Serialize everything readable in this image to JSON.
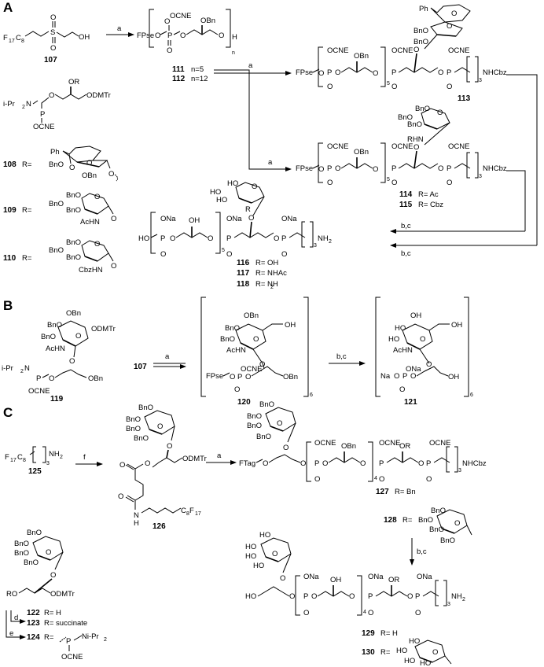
{
  "panels": [
    "A",
    "B",
    "C"
  ],
  "compounds": {
    "c107": "107",
    "c108": "108",
    "c109": "109",
    "c110": "110",
    "c111": "111",
    "c111_n": "n=5",
    "c112": "112",
    "c112_n": "n=12",
    "c113": "113",
    "c114": "114",
    "c114_r": "R= Ac",
    "c115": "115",
    "c115_r": "R= Cbz",
    "c116": "116",
    "c116_r": "R= OH",
    "c117": "117",
    "c117_r": "R= NHAc",
    "c118": "118",
    "c118_r": "R= NH",
    "c119": "119",
    "c120": "120",
    "c121": "121",
    "c122": "122",
    "c122_r": "R= H",
    "c123": "123",
    "c123_r": "R= succinate",
    "c124": "124",
    "c125": "125",
    "c126": "126",
    "c127": "127",
    "c127_r": "R= Bn",
    "c128": "128",
    "c128_r": "R=",
    "c129": "129",
    "c129_r": "R= H",
    "c130": "130",
    "c130_r": "R="
  },
  "conditions": {
    "a": "a",
    "bc": "b,c",
    "d": "d",
    "e": "e",
    "f": "f"
  },
  "groups": {
    "OCNE": "OCNE",
    "OBn": "OBn",
    "OR": "OR",
    "ODMTr": "ODMTr",
    "DMTr": "ODMTr",
    "iPr2N": "i-Pr",
    "NiPr2": "Ni-Pr",
    "FPse": "FPse",
    "FTag": "FTag",
    "NHCbz": "NHCbz",
    "NH2": "NH",
    "OH": "OH",
    "HO": "HO",
    "ONa": "ONa",
    "Na": "Na",
    "Ph": "Ph",
    "BnO": "BnO",
    "OBn2": "OBn",
    "AcHN": "AcHN",
    "CbzHN": "CbzHN",
    "RHN": "RHN",
    "R": "R",
    "RO": "RO",
    "O": "O",
    "P": "P",
    "S": "S",
    "H": "H",
    "N": "N",
    "F17C8": "F",
    "C8F17": "C",
    "sub17": "17",
    "sub8": "8",
    "sub3": "3",
    "sub2": "2",
    "subn": "n",
    "sub5": "5",
    "sub6": "6",
    "sub4": "4"
  }
}
